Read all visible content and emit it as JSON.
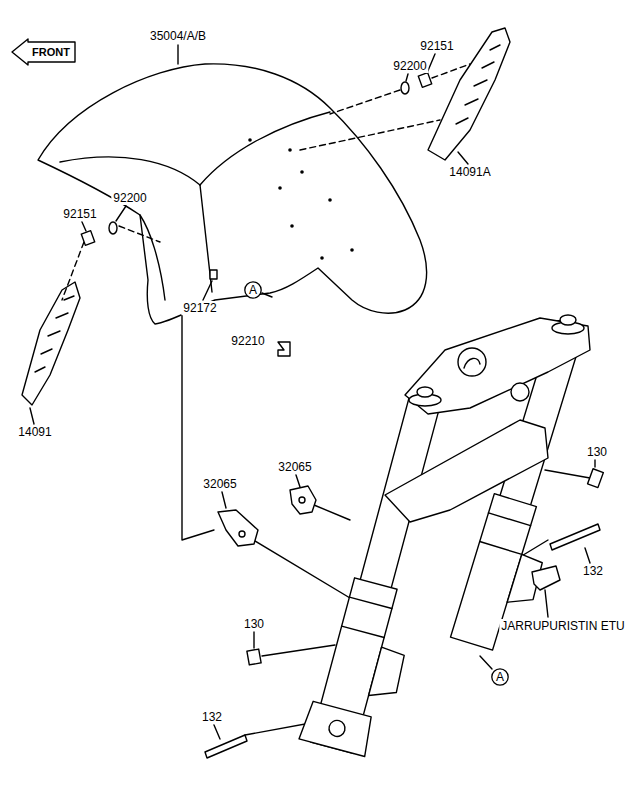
{
  "diagram": {
    "nodes": [
      {
        "text": [
          "FRONT"
        ]
      },
      {
        "text": [
          "A"
        ]
      },
      {
        "text": [
          "A"
        ]
      }
    ],
    "labels": [
      "35004/A/B",
      "92151",
      "92200",
      "14091A",
      "92200",
      "92151",
      "92172",
      "92210",
      "14091",
      "32065",
      "32065",
      "130",
      "132",
      "JARRUPURISTIN ETU",
      "130",
      "132"
    ]
  }
}
